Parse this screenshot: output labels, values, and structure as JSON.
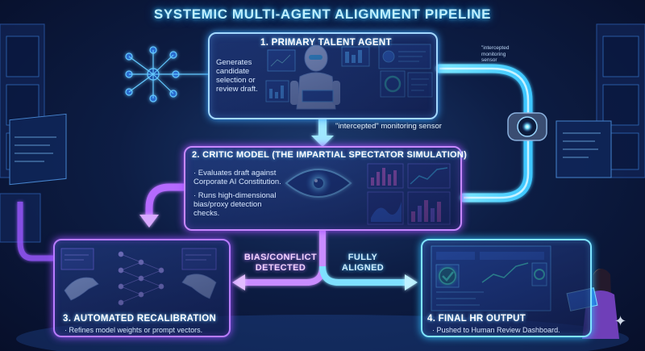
{
  "title": "SYSTEMIC MULTI-AGENT ALIGNMENT PIPELINE",
  "stages": {
    "primary": {
      "title": "1. PRIMARY TALENT AGENT",
      "description": [
        "Generates",
        "candidate",
        "selection or",
        "review draft."
      ]
    },
    "critic": {
      "title": "2. CRITIC MODEL (THE IMPARTIAL SPECTATOR SIMULATION)",
      "bullets": [
        [
          "· Evaluates draft against",
          "Corporate AI Constitution."
        ],
        [
          "· Runs high-dimensional",
          "bias/proxy detection",
          "checks."
        ]
      ]
    },
    "recalibration": {
      "title": "3. AUTOMATED RECALIBRATION",
      "description": "· Refines model weights or prompt vectors."
    },
    "final": {
      "title": "4. FINAL HR OUTPUT",
      "description": "· Pushed to Human Review Dashboard."
    }
  },
  "branches": {
    "bias": [
      "BIAS/CONFLICT",
      "DETECTED"
    ],
    "aligned": [
      "FULLY",
      "ALIGNED"
    ]
  },
  "sensor": {
    "label": "\"intercepted\" monitoring sensor",
    "small_label": [
      "\"intercepted",
      "monitoring",
      "sensor"
    ]
  },
  "colors": {
    "pipe_cyan": "#4fd8ff",
    "pipe_purple": "#b56bff",
    "background": "#0d1d44"
  },
  "icons": [
    "robot-agent-icon",
    "network-nodes-icon",
    "eye-icon",
    "sensor-camera-icon",
    "neural-network-icon",
    "robot-hands-icon",
    "dashboard-icon",
    "checkmark-icon",
    "human-reviewer-icon",
    "sparkle-star-icon"
  ]
}
